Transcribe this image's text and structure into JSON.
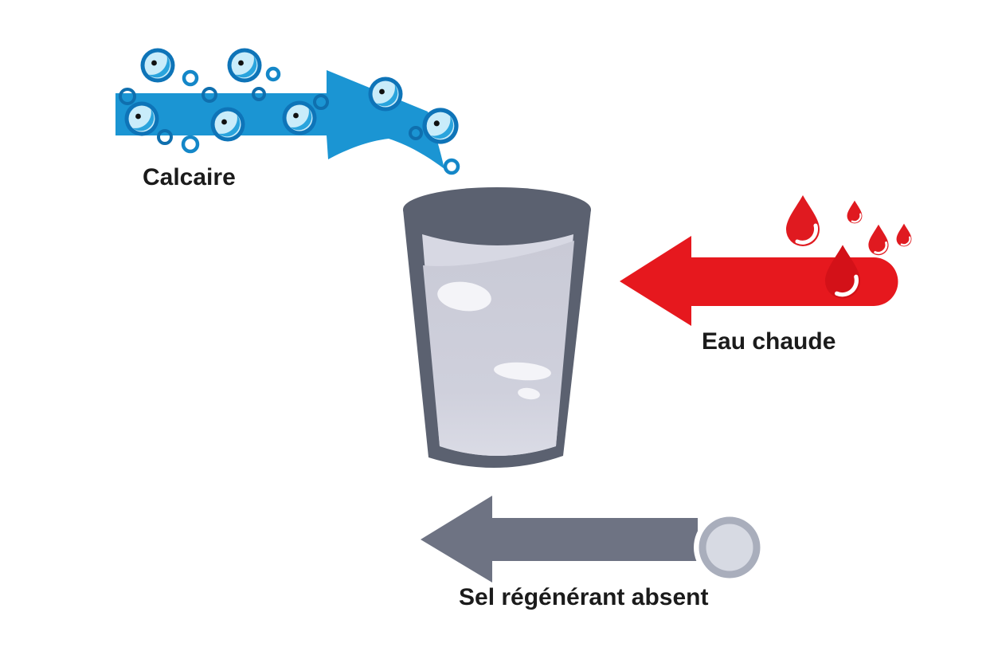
{
  "diagram": {
    "title": "Water softener problem diagram",
    "labels": {
      "calcaire": "Calcaire",
      "eau_chaude": "Eau chaude",
      "sel_regenerant": "Sel régénérant absent"
    },
    "icons": [
      "limescale-arrow-icon",
      "calcite-bubble-icon",
      "water-glass-icon",
      "hot-water-arrow-icon",
      "water-drop-icon",
      "salt-arrow-icon",
      "salt-pellet-icon"
    ],
    "colors": {
      "background": "#ffffff",
      "arrow_blue": "#1b95d3",
      "bubble_ring": "#0e74b8",
      "bubble_light": "#c9ecfa",
      "bubble_mid": "#2aa4dd",
      "bubble_dot": "#111111",
      "ring_stroke": "#1487c8",
      "ring_on_band": "#0f6fae",
      "arrow_red": "#e6181e",
      "drop_red": "#e01a20",
      "drop_red_dark": "#d31118",
      "arrow_gray": "#6e7383",
      "glass_dark": "#5b6170",
      "glass_inner_top": "#d7d8e3",
      "water_top": "#c9cad6",
      "water_bottom": "#dadbe5",
      "highlight_white": "#f4f4f8",
      "pellet_ring": "#a9aebc",
      "pellet_fill": "#d7dae3",
      "label_text": "#1b1b1b"
    }
  }
}
